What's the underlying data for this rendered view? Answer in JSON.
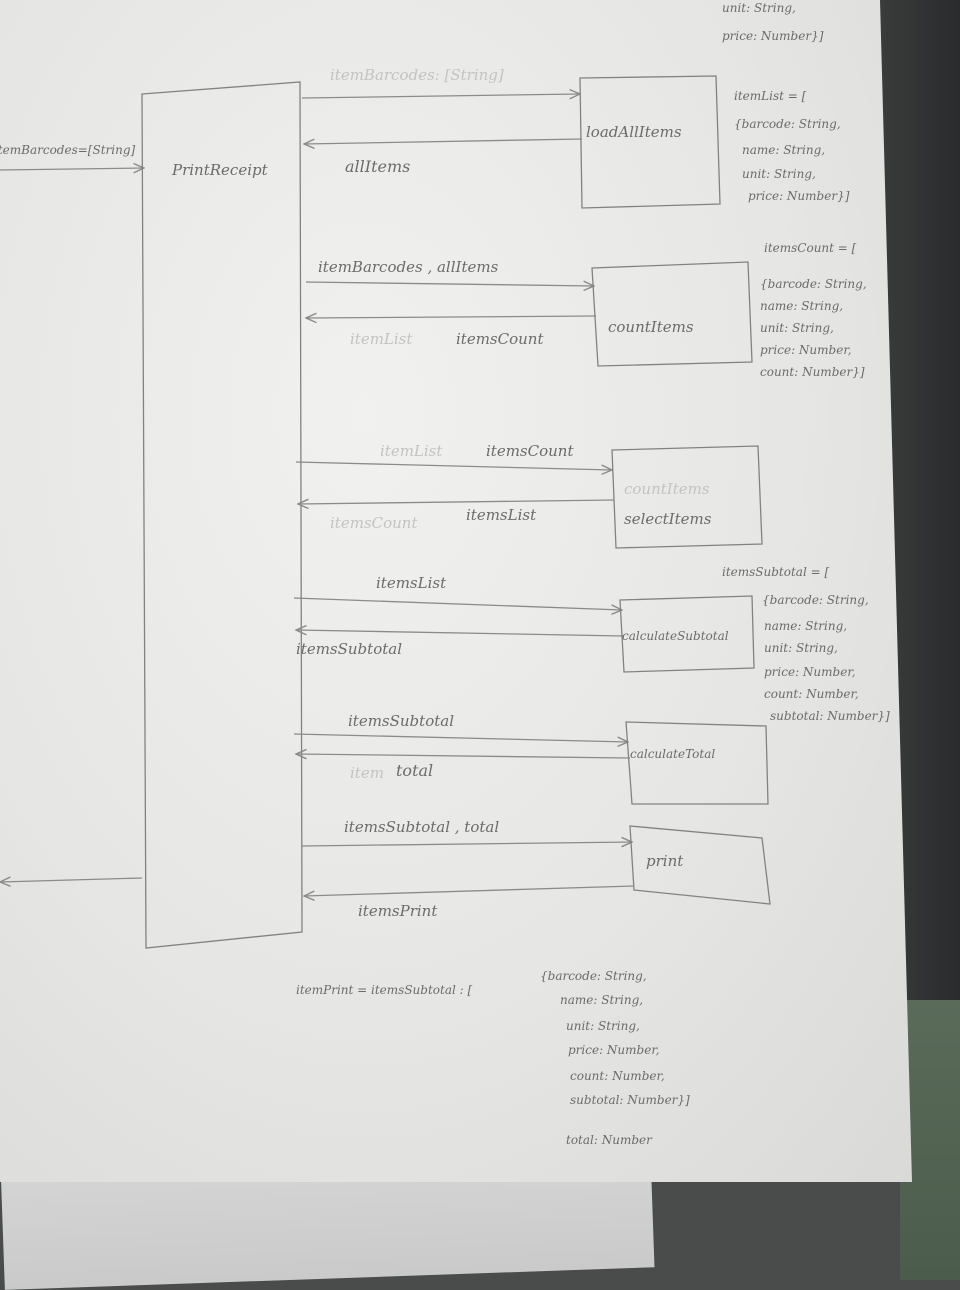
{
  "lifeline": {
    "label": "PrintReceipt"
  },
  "external_input": {
    "label": "itemBarcodes=[String]"
  },
  "top_cut_text": [
    "unit: String,",
    "price: Number}]"
  ],
  "steps": [
    {
      "function": "loadAllItems",
      "call_label": "",
      "return_label": "allItems",
      "schema": [
        "itemList = [",
        "{barcode: String,",
        "name: String,",
        "unit: String,",
        "price: Number}]"
      ]
    },
    {
      "function": "countItems",
      "call_label": "itemBarcodes , allItems",
      "return_label": "itemsCount",
      "schema": [
        "itemsCount = [",
        "{barcode: String,",
        "name: String,",
        "unit: String,",
        "price: Number,",
        "count: Number}]"
      ]
    },
    {
      "function": "selectItems",
      "call_label": "itemsCount",
      "return_label": "itemsList",
      "schema": []
    },
    {
      "function": "calculateSubtotal",
      "call_label": "itemsList",
      "return_label": "itemsSubtotal",
      "schema": [
        "itemsSubtotal = [",
        "{barcode: String,",
        "name: String,",
        "unit: String,",
        "price: Number,",
        "count: Number,",
        "subtotal: Number}]"
      ]
    },
    {
      "function": "calculateTotal",
      "call_label": "itemsSubtotal",
      "return_label": "total",
      "schema": []
    },
    {
      "function": "print",
      "call_label": "itemsSubtotal , total",
      "return_label": "itemsPrint",
      "schema": []
    }
  ],
  "bottom_definition": {
    "header": "itemPrint = itemsSubtotal : [",
    "fields": [
      "{barcode: String,",
      "name: String,",
      "unit: String,",
      "price: Number,",
      "count: Number,",
      "subtotal: Number}]"
    ],
    "total_line": "total: Number"
  }
}
